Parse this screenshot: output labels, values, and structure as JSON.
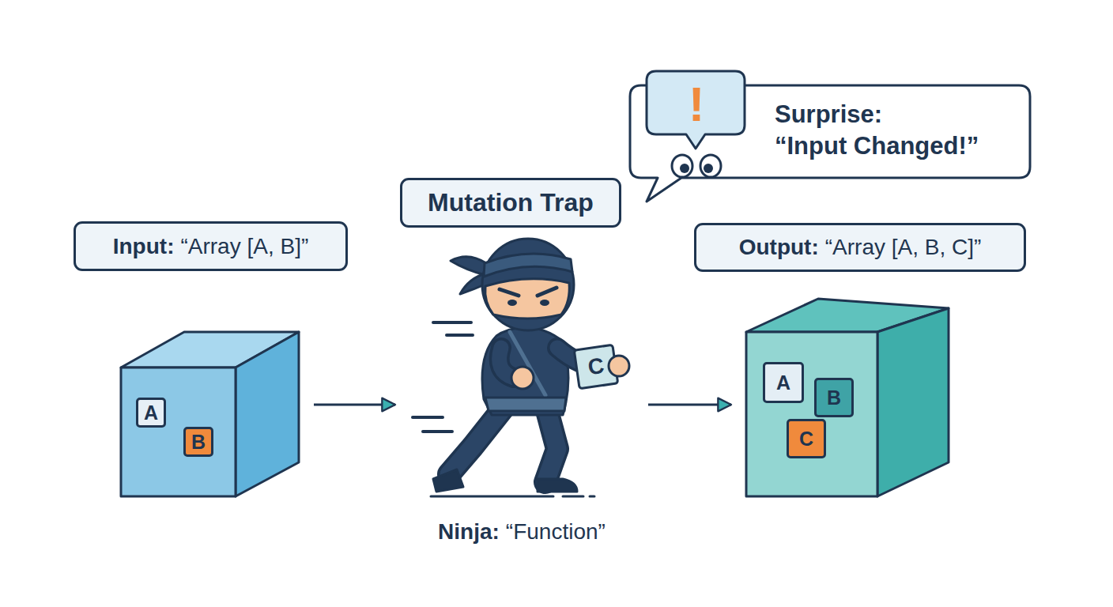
{
  "diagram": {
    "nodes": [
      {
        "text": [
          "Surprise:",
          "“Input Changed!”"
        ]
      },
      {
        "text": [
          "!"
        ],
        "in": 0
      },
      {
        "text": [
          "Mutation Trap"
        ]
      },
      {
        "text": [
          "Input:",
          "“Array [A, B]”"
        ]
      },
      {
        "text": [
          "Output:",
          "“Array [A, B, C]”"
        ]
      },
      {
        "text": []
      },
      {
        "text": [
          "A"
        ],
        "in": 5
      },
      {
        "text": [
          "B"
        ],
        "in": 5
      },
      {
        "text": [
          "Ninja:",
          "“Function”"
        ]
      },
      {
        "text": [
          "C"
        ],
        "in": 8
      },
      {
        "text": []
      },
      {
        "text": [
          "A"
        ],
        "in": 10
      },
      {
        "text": [
          "B"
        ],
        "in": 10
      },
      {
        "text": [
          "C"
        ],
        "in": 10
      }
    ],
    "edges": [
      {
        "from": 5,
        "to": 8,
        "arrow": "to"
      },
      {
        "from": 8,
        "to": 10,
        "arrow": "to"
      }
    ]
  }
}
